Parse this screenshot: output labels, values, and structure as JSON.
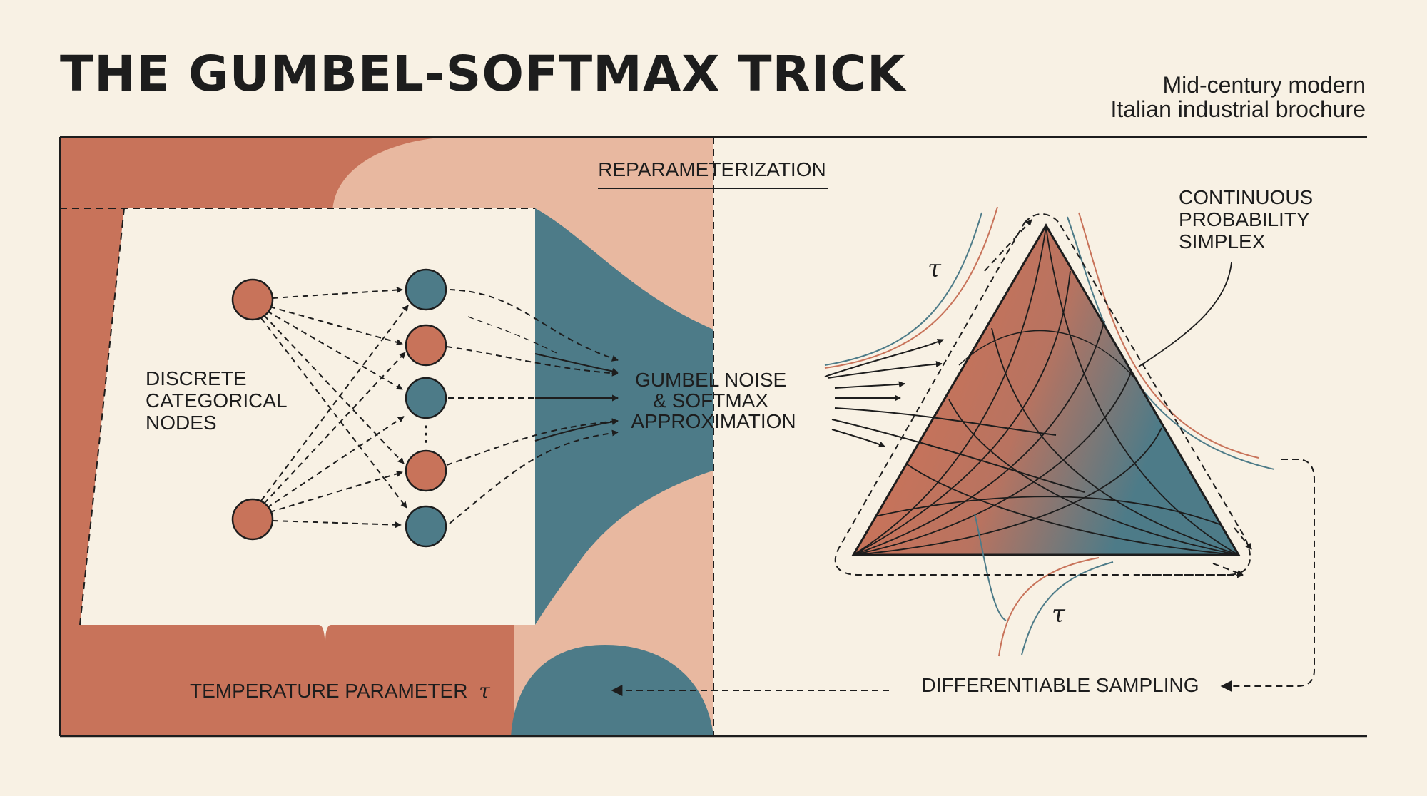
{
  "title": "THE GUMBEL-SOFTMAX TRICK",
  "subtitle": [
    "Mid-century modern",
    "Italian industrial brochure"
  ],
  "labels": {
    "reparameterization": "REPARAMETERIZATION",
    "discrete_nodes": [
      "DISCRETE",
      "CATEGORICAL",
      "NODES"
    ],
    "gumbel": [
      "GUMBEL NOISE",
      "& SOFTMAX",
      "APPROXIMATION"
    ],
    "simplex": [
      "CONTINUOUS",
      "PROBABILITY",
      "SIMPLEX"
    ],
    "temperature": "TEMPERATURE PARAMETER",
    "temperature_symbol": "τ",
    "sampling": "DIFFERENTIABLE SAMPLING",
    "tau": "τ",
    "ellipsis": "⋮"
  },
  "colors": {
    "terracotta": "#c8735a",
    "blush": "#e8b8a0",
    "teal": "#4d7b88",
    "cream": "#f8f1e4",
    "ink": "#1d1d1d"
  }
}
